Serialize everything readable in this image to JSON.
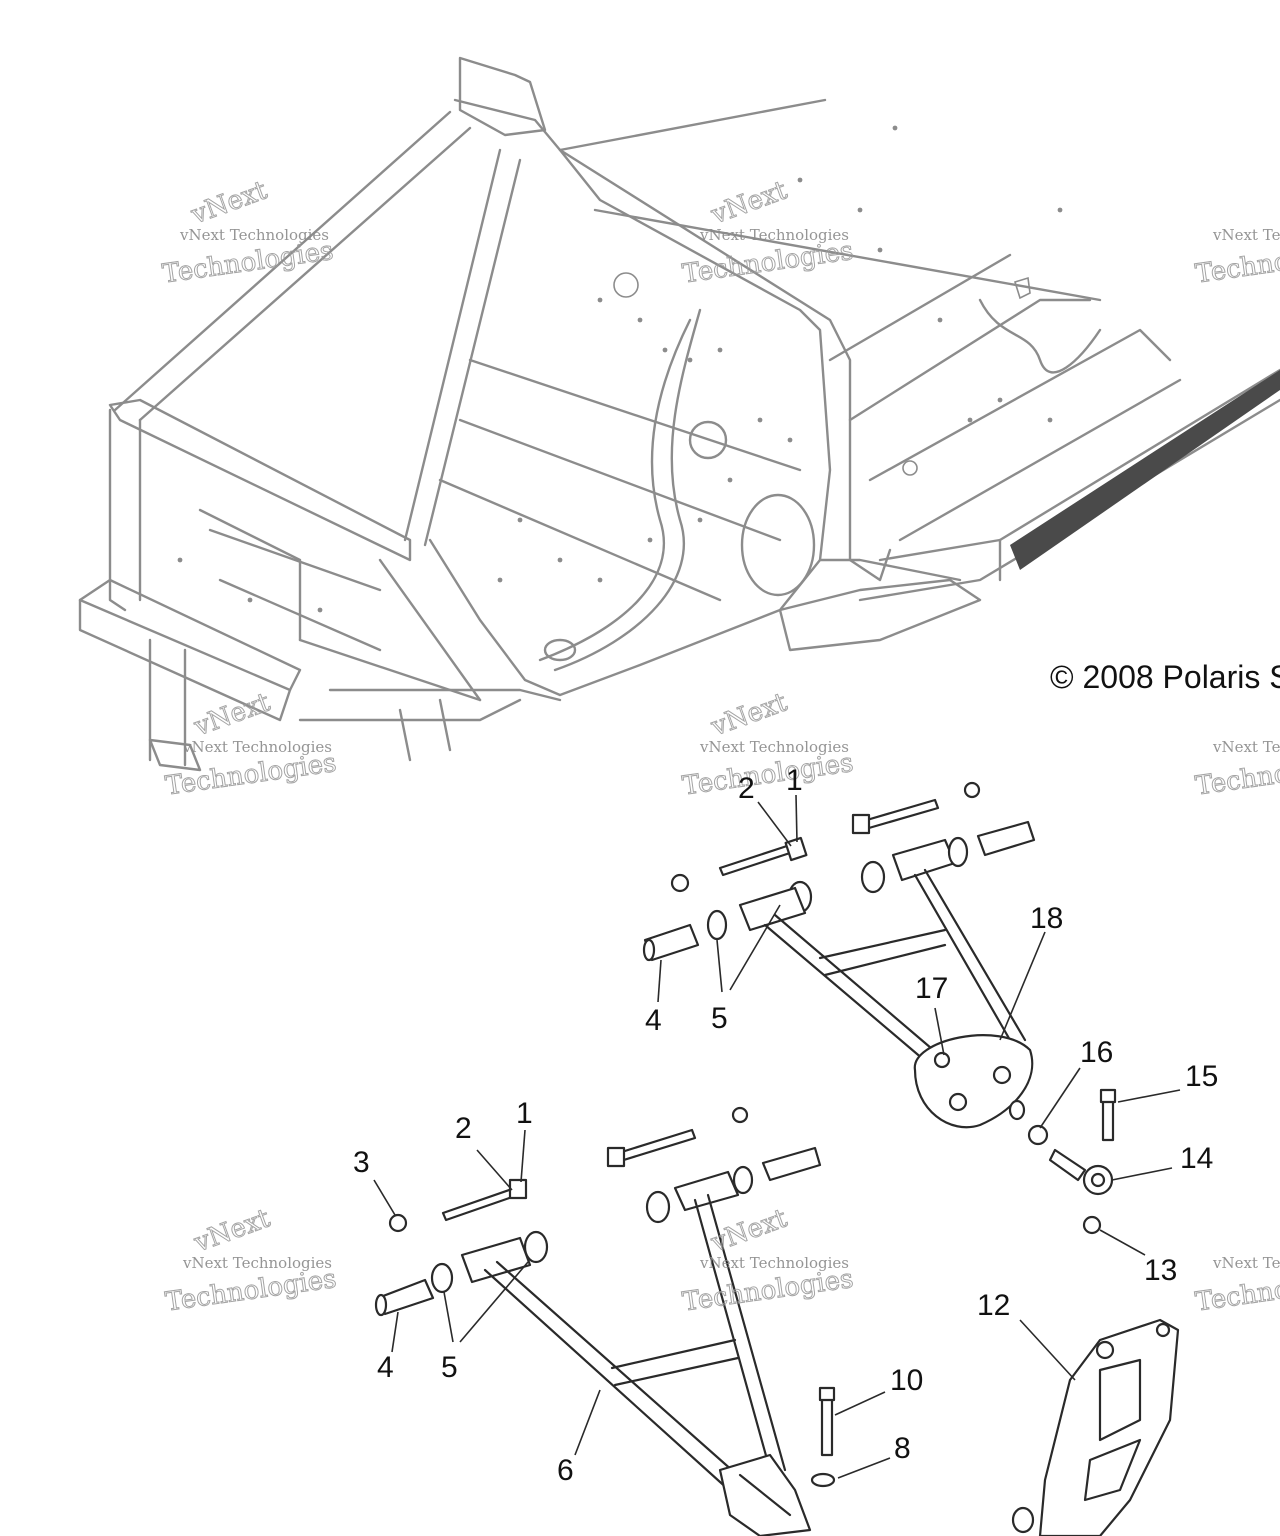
{
  "copyright": "© 2008 Polaris S",
  "watermark": {
    "line1": "vNext Technologies",
    "line2": "Technologies",
    "line3": "vNext"
  },
  "callouts": [
    {
      "id": "c1a",
      "text": "1"
    },
    {
      "id": "c2a",
      "text": "2"
    },
    {
      "id": "c4a",
      "text": "4"
    },
    {
      "id": "c5a",
      "text": "5"
    },
    {
      "id": "c18",
      "text": "18"
    },
    {
      "id": "c17",
      "text": "17"
    },
    {
      "id": "c16",
      "text": "16"
    },
    {
      "id": "c15",
      "text": "15"
    },
    {
      "id": "c14",
      "text": "14"
    },
    {
      "id": "c13",
      "text": "13"
    },
    {
      "id": "c12",
      "text": "12"
    },
    {
      "id": "c1b",
      "text": "1"
    },
    {
      "id": "c2b",
      "text": "2"
    },
    {
      "id": "c3",
      "text": "3"
    },
    {
      "id": "c4b",
      "text": "4"
    },
    {
      "id": "c5b",
      "text": "5"
    },
    {
      "id": "c6",
      "text": "6"
    },
    {
      "id": "c10",
      "text": "10"
    },
    {
      "id": "c8",
      "text": "8"
    }
  ]
}
